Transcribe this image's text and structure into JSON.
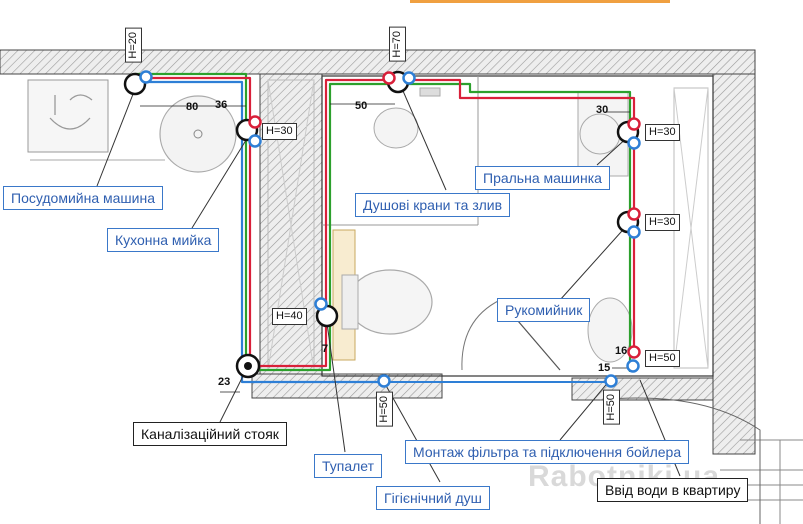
{
  "labels": {
    "dishwasher": "Посудомийна машина",
    "kitchen_sink": "Кухонна мийка",
    "shower": "Душові крани та злив",
    "washing_machine": "Пральна машинка",
    "towel_rail": "Рукомийник",
    "sewer_riser": "Каналізаційний стояк",
    "toilet": "Тупалет",
    "hygienic_shower": "Гігієнічний душ",
    "filter_boiler": "Монтаж фільтра та підключення бойлера",
    "water_inlet": "Ввід води в квартиру"
  },
  "heights": {
    "dishwasher": "H=20",
    "shower": "H=70",
    "kitchen_sink": "H=30",
    "washer_top": "H=30",
    "washer_mid": "H=30",
    "toilet": "H=40",
    "sink_right": "H=50",
    "bottom_mid": "H=50",
    "bottom_right": "H=50"
  },
  "dimensions": {
    "d80": "80",
    "d36": "36",
    "d50": "50",
    "d30": "30",
    "d23": "23",
    "d7": "7",
    "d16": "16",
    "d15": "15"
  },
  "watermark": "Rabotniki.ua",
  "colors": {
    "hot": "#d9203a",
    "cold": "#2e7fd6",
    "drain": "#2ca02c",
    "wall_hatch": "#b5b5b5",
    "label_blue": "#3a78c9"
  }
}
